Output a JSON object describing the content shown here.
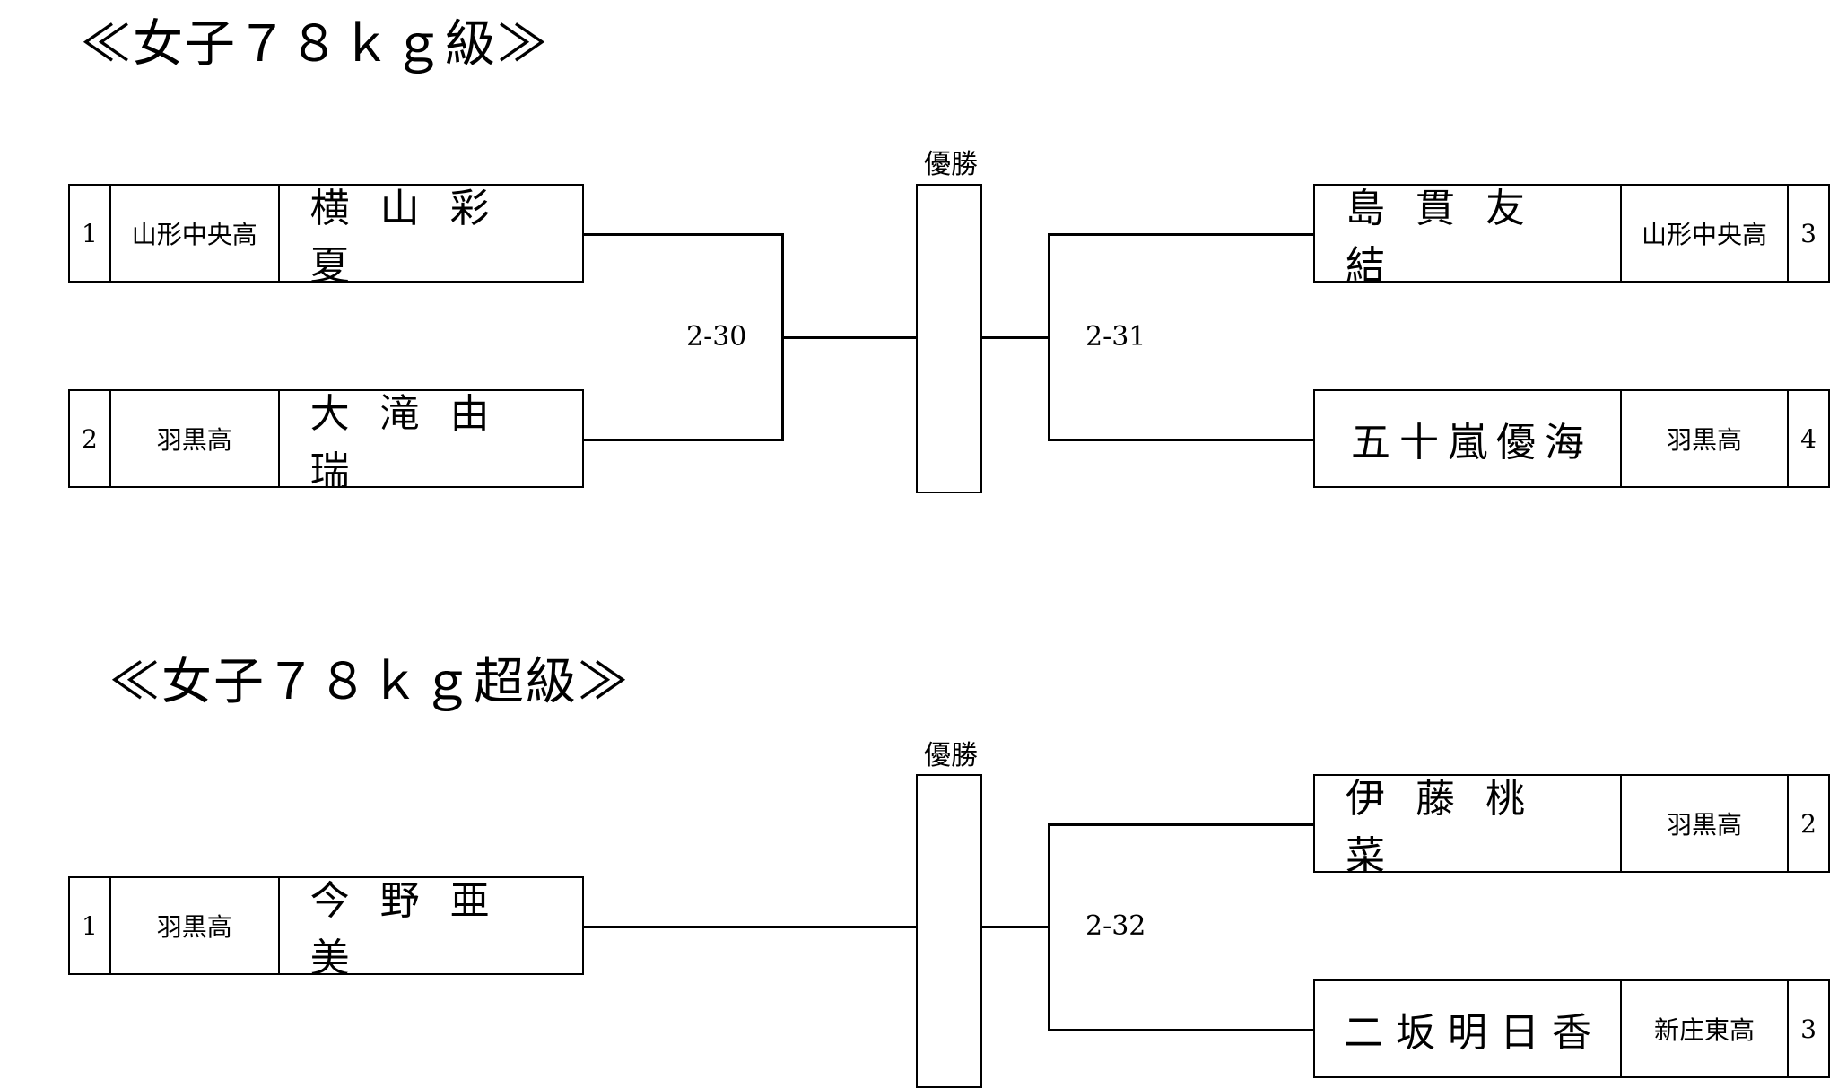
{
  "brackets": [
    {
      "title": "≪女子７８ｋｇ級≫",
      "winner_label": "優勝",
      "match_left": "2-30",
      "match_right": "2-31",
      "left": [
        {
          "num": "1",
          "school": "山形中央高",
          "name": "横山彩夏"
        },
        {
          "num": "2",
          "school": "羽黒高",
          "name": "大滝由瑞"
        }
      ],
      "right": [
        {
          "num": "3",
          "school": "山形中央高",
          "name": "島貫友結"
        },
        {
          "num": "4",
          "school": "羽黒高",
          "name": "五十嵐優海"
        }
      ]
    },
    {
      "title": "≪女子７８ｋｇ超級≫",
      "winner_label": "優勝",
      "match_right": "2-32",
      "left": [
        {
          "num": "1",
          "school": "羽黒高",
          "name": "今野亜美"
        }
      ],
      "right": [
        {
          "num": "2",
          "school": "羽黒高",
          "name": "伊藤桃菜"
        },
        {
          "num": "3",
          "school": "新庄東高",
          "name": "二坂明日香"
        }
      ]
    }
  ]
}
